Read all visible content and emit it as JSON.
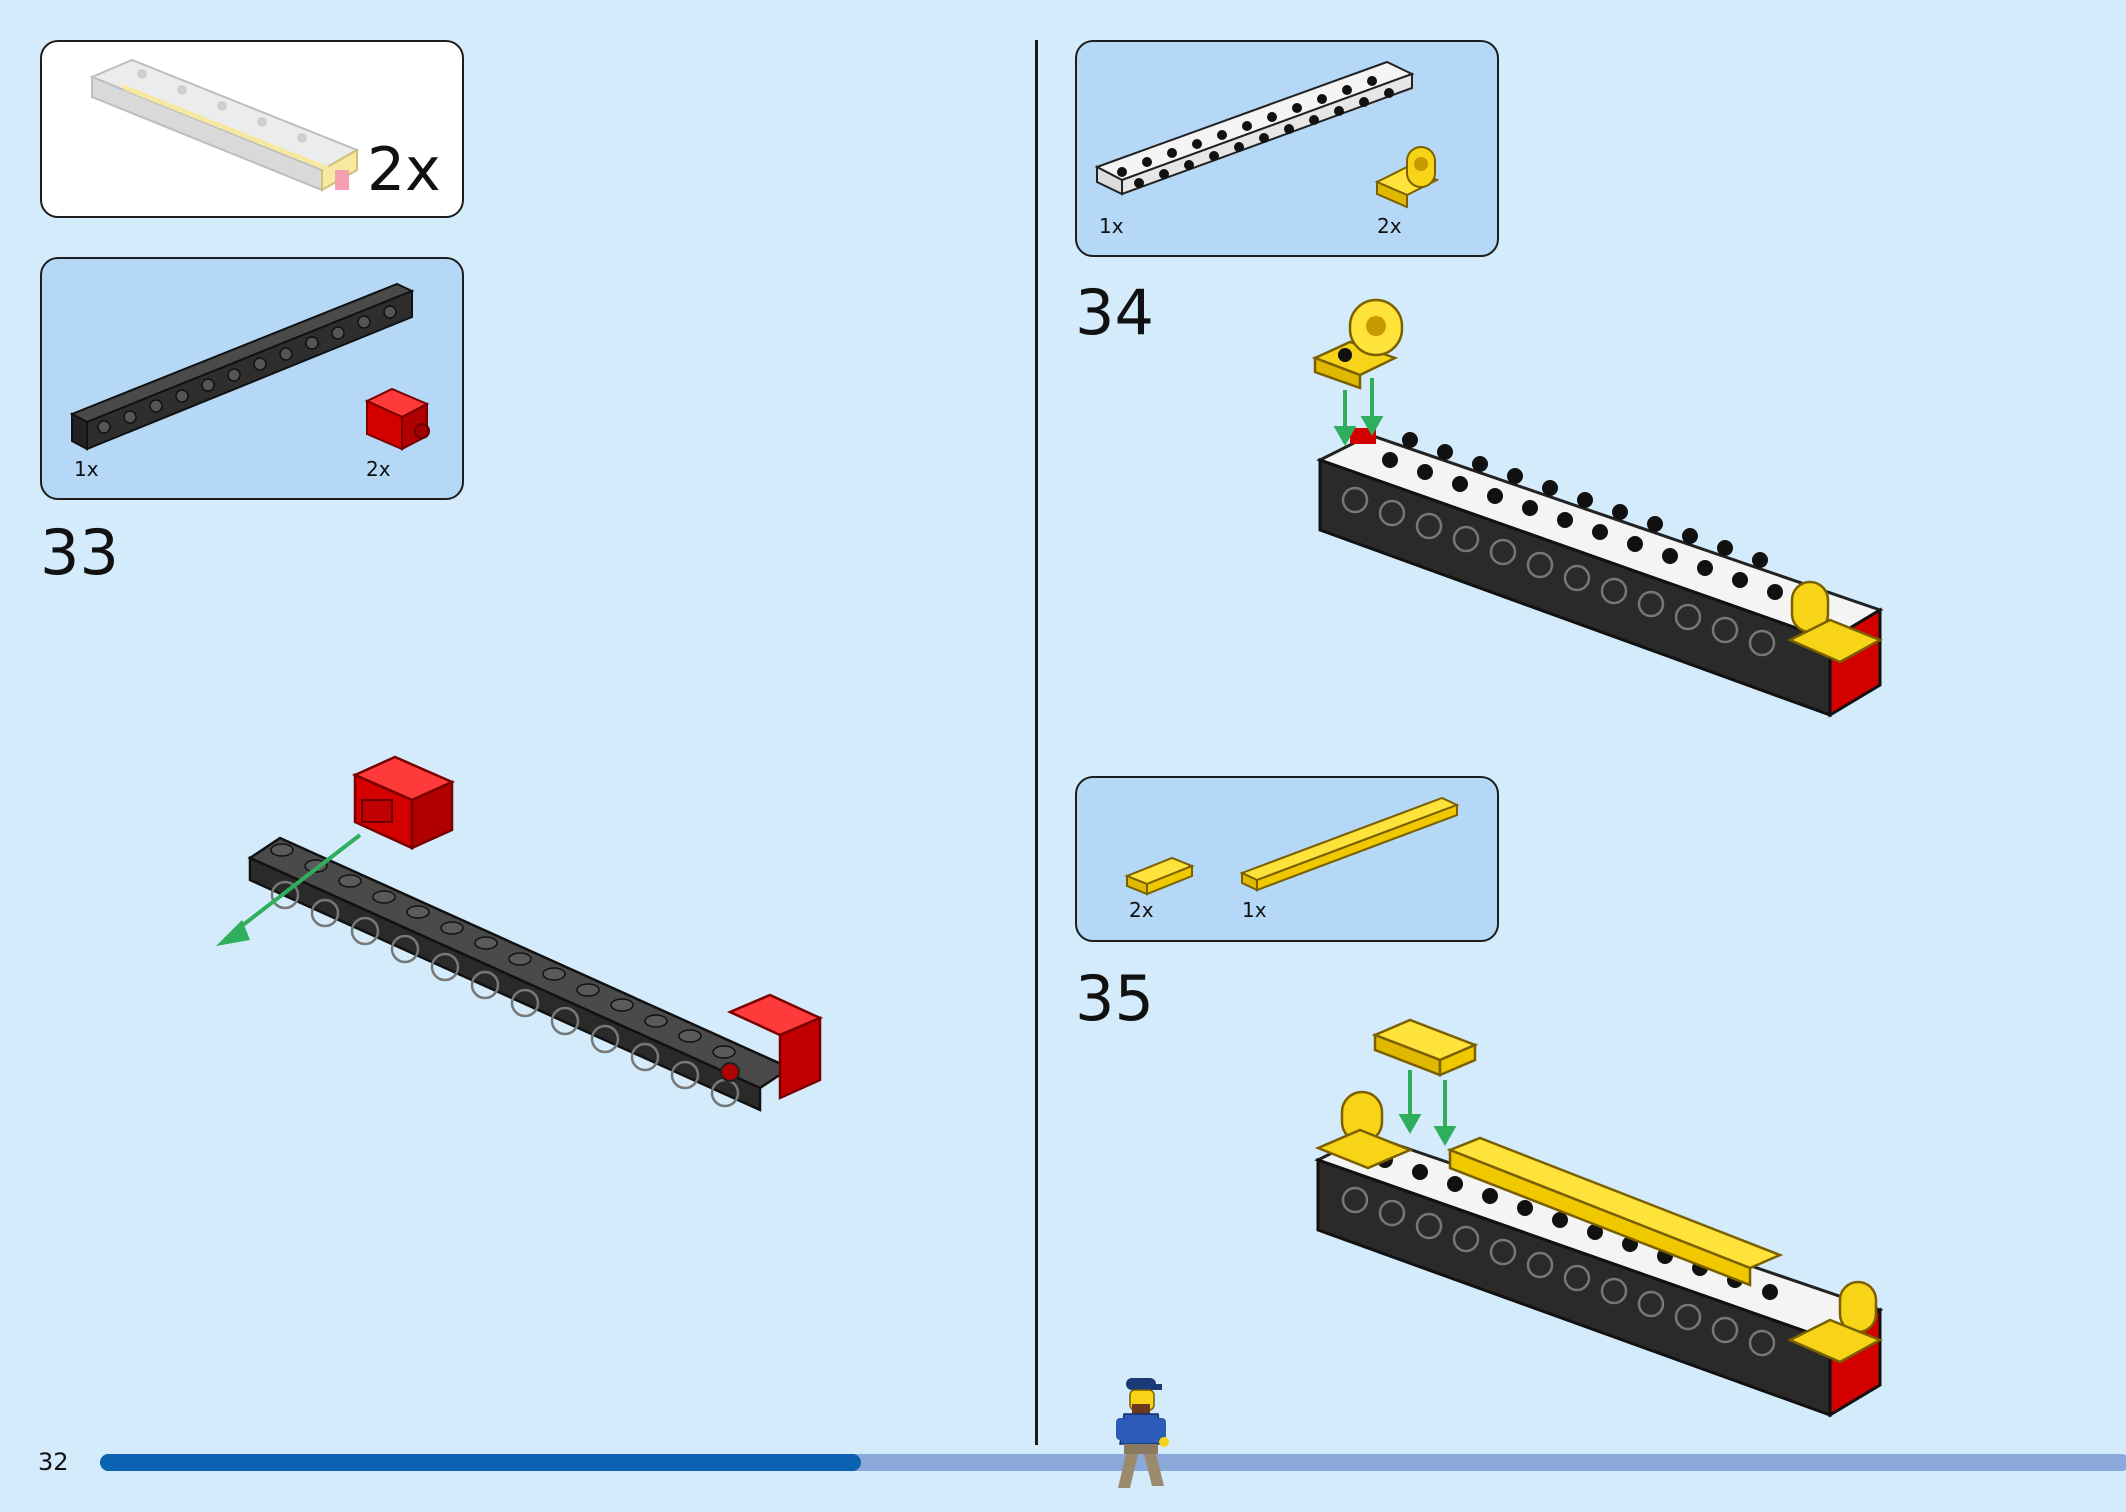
{
  "page": {
    "number": "32",
    "progress": 0.375
  },
  "subassembly": {
    "multiplier": "2x"
  },
  "steps": [
    {
      "number": "33",
      "parts": [
        {
          "count": "1x"
        },
        {
          "count": "2x"
        }
      ]
    },
    {
      "number": "34",
      "parts": [
        {
          "count": "1x"
        },
        {
          "count": "2x"
        }
      ]
    },
    {
      "number": "35",
      "parts": [
        {
          "count": "2x"
        },
        {
          "count": "1x"
        }
      ]
    }
  ],
  "colors": {
    "background": "#d4ebfb",
    "panel_blue": "#b4d8f5",
    "brick_black": "#2a2a2a",
    "brick_red": "#e30d0d",
    "brick_yellow": "#f7d417",
    "plate_white": "#f4f4f4",
    "arrow_green": "#2fae5e",
    "progress_fill": "#0a62b0",
    "progress_track": "#8aa8da"
  },
  "icons": [
    "minifigure-icon",
    "assembly-arrow-icon",
    "technic-brick-icon",
    "plate-icon",
    "tile-icon"
  ]
}
